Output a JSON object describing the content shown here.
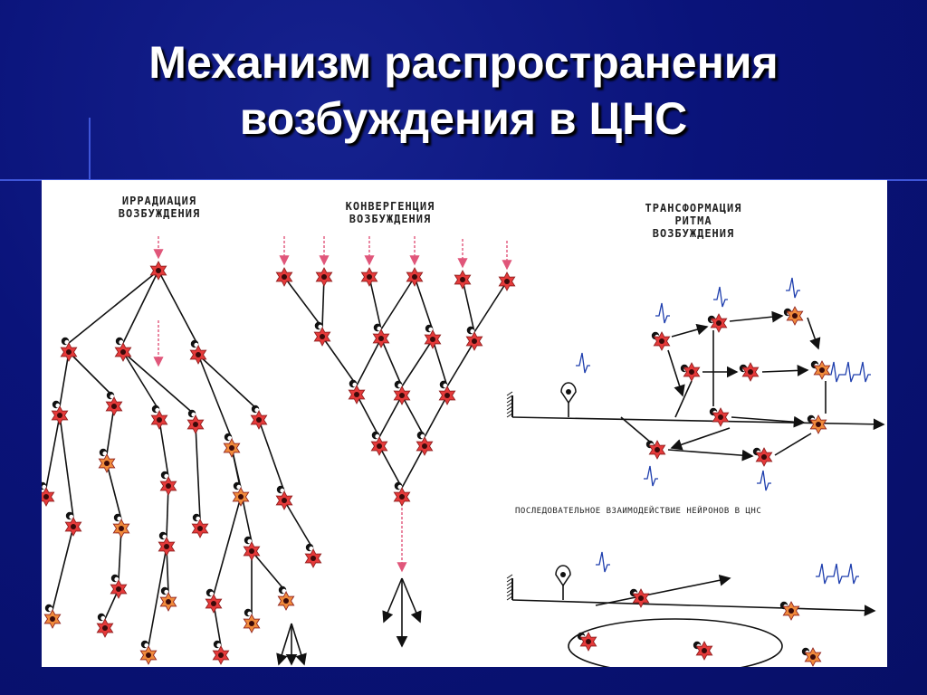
{
  "slide": {
    "title_line1": "Механизм распространения",
    "title_line2": "возбуждения в ЦНС"
  },
  "diagram": {
    "irradiation": {
      "line1": "ИРРАДИАЦИЯ",
      "line2": "ВОЗБУЖДЕНИЯ"
    },
    "convergence": {
      "line1": "КОНВЕРГЕНЦИЯ",
      "line2": "ВОЗБУЖДЕНИЯ"
    },
    "transformation": {
      "line1": "ТРАНСФОРМАЦИЯ",
      "line2": "РИТМА",
      "line3": "ВОЗБУЖДЕНИЯ"
    },
    "caption": "ПОСЛЕДОВАТЕЛЬНОЕ ВЗАИМОДЕЙСТВИЕ   НЕЙРОНОВ В ЦНС"
  },
  "colors": {
    "background": "#0a137a",
    "panel": "#ffffff",
    "neuron_red": "#e53a3a",
    "neuron_orange": "#f08a3c",
    "neuron_core": "#3a0a0a",
    "arrow_pink": "#e0567a",
    "pulse_blue": "#1f3fae"
  }
}
